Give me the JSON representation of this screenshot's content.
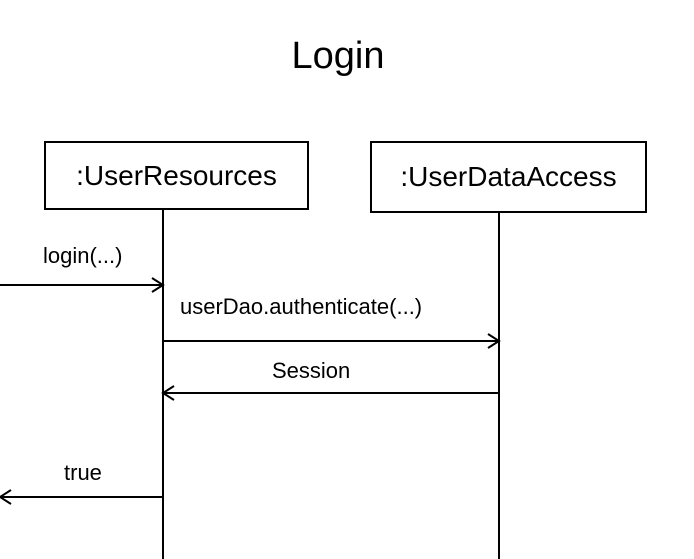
{
  "diagram": {
    "title": "Login",
    "participants": [
      {
        "label": ":UserResources"
      },
      {
        "label": ":UserDataAccess"
      }
    ],
    "messages": [
      {
        "label": "login(...)",
        "from": "external",
        "to": ":UserResources",
        "kind": "call"
      },
      {
        "label": "userDao.authenticate(...)",
        "from": ":UserResources",
        "to": ":UserDataAccess",
        "kind": "call"
      },
      {
        "label": "Session",
        "from": ":UserDataAccess",
        "to": ":UserResources",
        "kind": "return"
      },
      {
        "label": "true",
        "from": ":UserResources",
        "to": "external",
        "kind": "return"
      }
    ]
  }
}
